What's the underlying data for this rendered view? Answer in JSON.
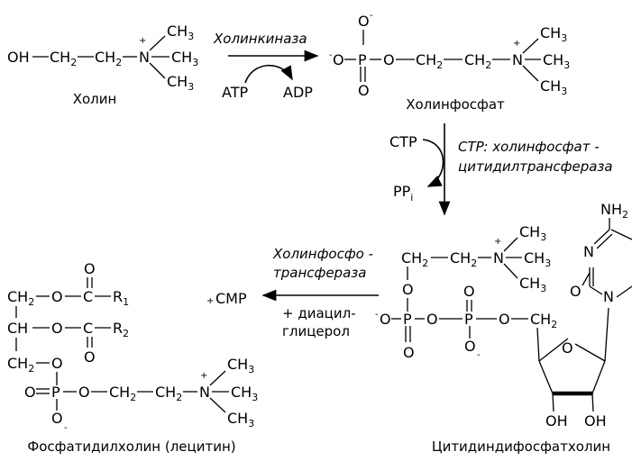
{
  "molecules": {
    "choline": "Холин",
    "phosphocholine": "Холинфосфат",
    "cdp_choline": "Цитидиндифосфатхолин",
    "phosphatidylcholine": "Фосфатидилхолин (лецитин)"
  },
  "steps": {
    "step1": {
      "enzyme": "Холинкиназа",
      "input": "ATP",
      "output": "ADP"
    },
    "step2": {
      "enzyme_line1": "CTP: холинфосфат -",
      "enzyme_line2": "цитидилтрансфераза",
      "input": "CTP",
      "output": "PP",
      "output_sub": "i"
    },
    "step3": {
      "enzyme_line1": "Холинфосфо -",
      "enzyme_line2": "трансфераза",
      "product": "CMP",
      "cofactor_line1": "+ диацил-",
      "cofactor_line2": "глицерол"
    }
  }
}
